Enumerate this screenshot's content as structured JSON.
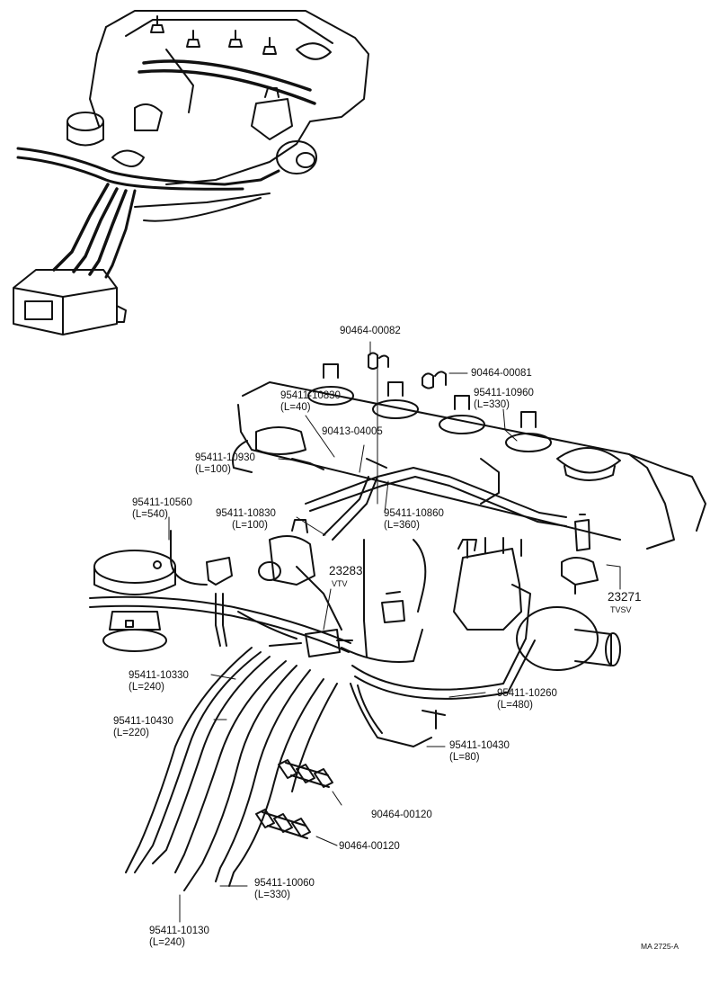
{
  "colors": {
    "ink": "#111111",
    "paper": "#ffffff"
  },
  "callouts": {
    "c1": {
      "part": "90464-00082"
    },
    "c2": {
      "part": "90464-00081"
    },
    "c3": {
      "part": "95411-10830",
      "len": "(L=40)"
    },
    "c4": {
      "part": "95411-10960",
      "len": "(L=330)"
    },
    "c5": {
      "part": "90413-04005"
    },
    "c6": {
      "part": "95411-10930",
      "len": "(L=100)"
    },
    "c7": {
      "part": "95411-10560",
      "len": "(L=540)"
    },
    "c8": {
      "part": "95411-10830",
      "len": "(L=100)"
    },
    "c9": {
      "part": "95411-10860",
      "len": "(L=360)"
    },
    "c10": {
      "part": "23283",
      "name": "VTV"
    },
    "c11": {
      "part": "23271",
      "name": "TVSV"
    },
    "c12": {
      "part": "95411-10330",
      "len": "(L=240)"
    },
    "c13": {
      "part": "95411-10260",
      "len": "(L=480)"
    },
    "c14": {
      "part": "95411-10430",
      "len": "(L=220)"
    },
    "c15": {
      "part": "95411-10430",
      "len": "(L=80)"
    },
    "c16": {
      "part": "90464-00120"
    },
    "c17": {
      "part": "90464-00120"
    },
    "c18": {
      "part": "95411-10060",
      "len": "(L=330)"
    },
    "c19": {
      "part": "95411-10130",
      "len": "(L=240)"
    }
  },
  "figure_code": "MA 2725-A"
}
